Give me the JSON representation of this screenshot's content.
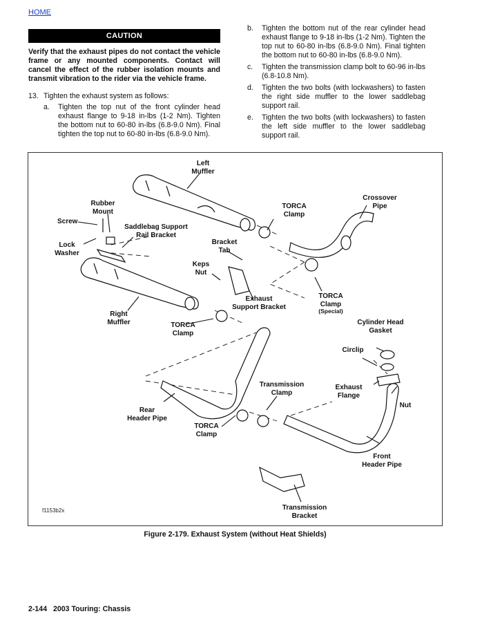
{
  "nav": {
    "home": "HOME"
  },
  "caution": {
    "title": "CAUTION",
    "text": "Verify that the exhaust pipes do not contact the vehicle frame or any mounted components. Contact will cancel the effect of the rubber isolation mounts and transmit vibration to the rider via the vehicle frame."
  },
  "step13": {
    "number": "13.",
    "text": "Tighten the exhaust system as follows:",
    "items": [
      {
        "letter": "a.",
        "text": "Tighten the top nut of the front cylinder head exhaust flange to 9-18 in-lbs (1-2 Nm). Tighten the bottom nut to 60-80 in-lbs (6.8-9.0 Nm). Final tighten the top nut to 60-80 in-lbs (6.8-9.0 Nm)."
      },
      {
        "letter": "b.",
        "text": "Tighten the bottom nut of the rear cylinder head exhaust flange to 9-18 in-lbs (1-2 Nm). Tighten the top nut to 60-80 in-lbs (6.8-9.0 Nm). Final tighten the bottom nut to 60-80 in-lbs (6.8-9.0 Nm)."
      },
      {
        "letter": "c.",
        "text": "Tighten the transmission clamp bolt to 60-96 in-lbs (6.8-10.8 Nm)."
      },
      {
        "letter": "d.",
        "text": "Tighten the two bolts (with lockwashers) to fasten the right side muffler to the lower saddlebag support rail."
      },
      {
        "letter": "e.",
        "text": "Tighten the two bolts (with lockwashers) to fasten the left side muffler to the lower saddlebag support rail."
      }
    ]
  },
  "figure": {
    "labels": {
      "left_muffler_1": "Left",
      "left_muffler_2": "Muffler",
      "crossover_1": "Crossover",
      "crossover_2": "Pipe",
      "rubber_1": "Rubber",
      "rubber_2": "Mount",
      "screw": "Screw",
      "torca_top_1": "TORCA",
      "torca_top_2": "Clamp",
      "saddlebag_1": "Saddlebag Support",
      "saddlebag_2": "Rail Bracket",
      "lock_1": "Lock",
      "lock_2": "Washer",
      "bracket_tab_1": "Bracket",
      "bracket_tab_2": "Tab",
      "keps_1": "Keps",
      "keps_2": "Nut",
      "exhaust_support_1": "Exhaust",
      "exhaust_support_2": "Support Bracket",
      "torca_special_1": "TORCA",
      "torca_special_2": "Clamp",
      "torca_special_3": "(Special)",
      "right_muffler_1": "Right",
      "right_muffler_2": "Muffler",
      "torca_mid_1": "TORCA",
      "torca_mid_2": "Clamp",
      "cyl_gasket_1": "Cylinder Head",
      "cyl_gasket_2": "Gasket",
      "circlip": "Circlip",
      "trans_clamp_1": "Transmission",
      "trans_clamp_2": "Clamp",
      "exhaust_flange_1": "Exhaust",
      "exhaust_flange_2": "Flange",
      "nut": "Nut",
      "rear_header_1": "Rear",
      "rear_header_2": "Header Pipe",
      "torca_low_1": "TORCA",
      "torca_low_2": "Clamp",
      "front_header_1": "Front",
      "front_header_2": "Header Pipe",
      "trans_bracket_1": "Transmission",
      "trans_bracket_2": "Bracket",
      "code": "f1153b2x"
    },
    "caption": "Figure 2-179.  Exhaust System (without Heat Shields)"
  },
  "footer": {
    "page": "2-144",
    "title": "2003 Touring: Chassis"
  }
}
